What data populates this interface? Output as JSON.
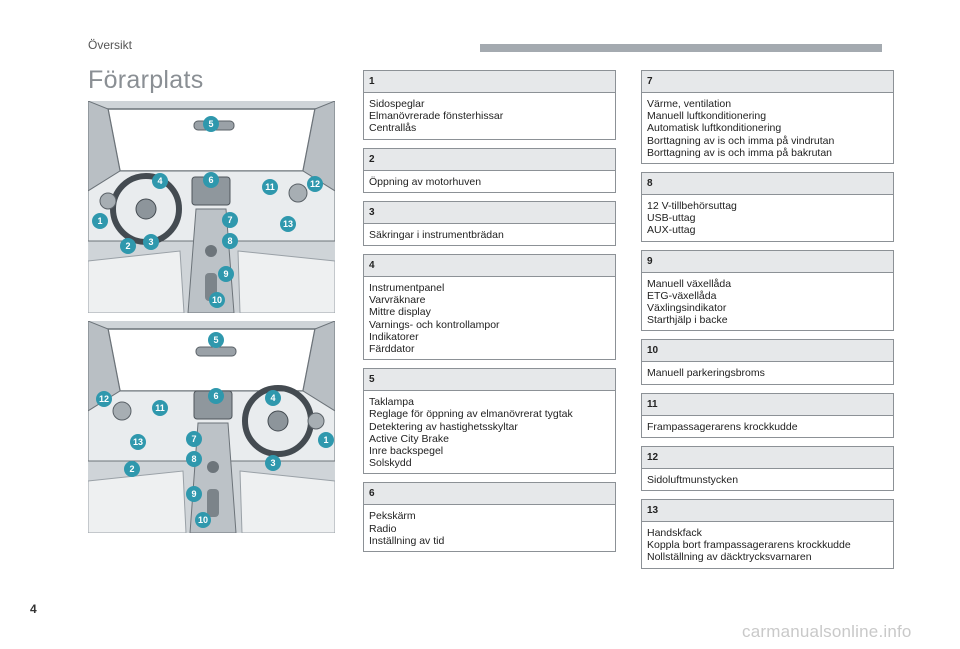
{
  "header": {
    "section_label": "Översikt",
    "page_title": "Förarplats",
    "bar_color": "#a4aab0"
  },
  "diagrams": [
    {
      "name": "left-hand-drive-cockpit",
      "badges": [
        "5",
        "4",
        "6",
        "11",
        "12",
        "1",
        "7",
        "13",
        "2",
        "3",
        "8",
        "9",
        "10"
      ]
    },
    {
      "name": "right-hand-drive-cockpit",
      "badges": [
        "5",
        "12",
        "6",
        "4",
        "11",
        "13",
        "7",
        "1",
        "8",
        "2",
        "3",
        "9",
        "10"
      ]
    }
  ],
  "badge_color": "#2f98ad",
  "sections": [
    {
      "number": "1",
      "items": [
        "Sidospeglar",
        "Elmanövrerade fönsterhissar",
        "Centrallås"
      ]
    },
    {
      "number": "2",
      "items": [
        "Öppning av motorhuven"
      ]
    },
    {
      "number": "3",
      "items": [
        "Säkringar i instrumentbrädan"
      ]
    },
    {
      "number": "4",
      "items": [
        "Instrumentpanel",
        "Varvräknare",
        "Mittre display",
        "Varnings- och kontrollampor",
        "Indikatorer",
        "Färddator"
      ]
    },
    {
      "number": "5",
      "items": [
        "Taklampa",
        "Reglage för öppning av elmanövrerat tygtak",
        "Detektering av hastighetsskyltar",
        "Active City Brake",
        "Inre backspegel",
        "Solskydd"
      ]
    },
    {
      "number": "6",
      "items": [
        "Pekskärm",
        "Radio",
        "Inställning av tid"
      ]
    },
    {
      "number": "7",
      "items": [
        "Värme, ventilation",
        "Manuell luftkonditionering",
        "Automatisk luftkonditionering",
        "Borttagning av is och imma på vindrutan",
        "Borttagning av is och imma på bakrutan"
      ]
    },
    {
      "number": "8",
      "items": [
        "12 V-tillbehörsuttag",
        "USB-uttag",
        "AUX-uttag"
      ]
    },
    {
      "number": "9",
      "items": [
        "Manuell växellåda",
        "ETG-växellåda",
        "Växlingsindikator",
        "Starthjälp i backe"
      ]
    },
    {
      "number": "10",
      "items": [
        "Manuell parkeringsbroms"
      ]
    },
    {
      "number": "11",
      "items": [
        "Frampassagerarens krockkudde"
      ]
    },
    {
      "number": "12",
      "items": [
        "Sidoluftmunstycken"
      ]
    },
    {
      "number": "13",
      "items": [
        "Handskfack",
        "Koppla bort frampassagerarens krockkudde",
        "Nollställning av däcktrycksvarnaren"
      ]
    }
  ],
  "footer": {
    "page_number": "4",
    "watermark": "carmanualsonline.info"
  }
}
